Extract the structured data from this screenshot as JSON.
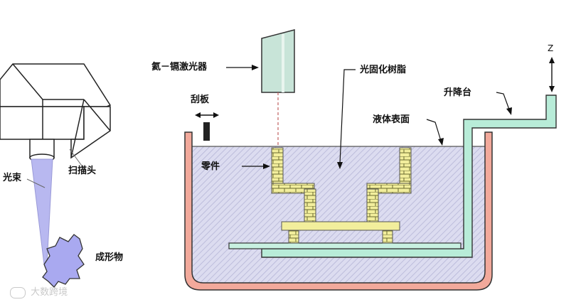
{
  "labels": {
    "laser": "氦－镉激光器",
    "resin": "光固化树脂",
    "scraper": "刮板",
    "elevator": "升降台",
    "liquid_surface": "液体表面",
    "part": "零件",
    "z_axis": "Z",
    "beam": "光束",
    "scan_head": "扫描头",
    "formed_object": "成形物"
  },
  "watermark": {
    "text": "大数跨境"
  },
  "colors": {
    "vat_wall": "#f2a99b",
    "vat_outline": "#333333",
    "resin_fill": "#dcdcf0",
    "resin_hatch": "#b8b8d8",
    "elevator": "#b8ecd8",
    "part_yellow": "#f2ee9c",
    "beam": "#b8b8f0",
    "formed_object": "#a9a9f0",
    "laser_body": "#c8e4d8",
    "scraper": "#222222"
  }
}
